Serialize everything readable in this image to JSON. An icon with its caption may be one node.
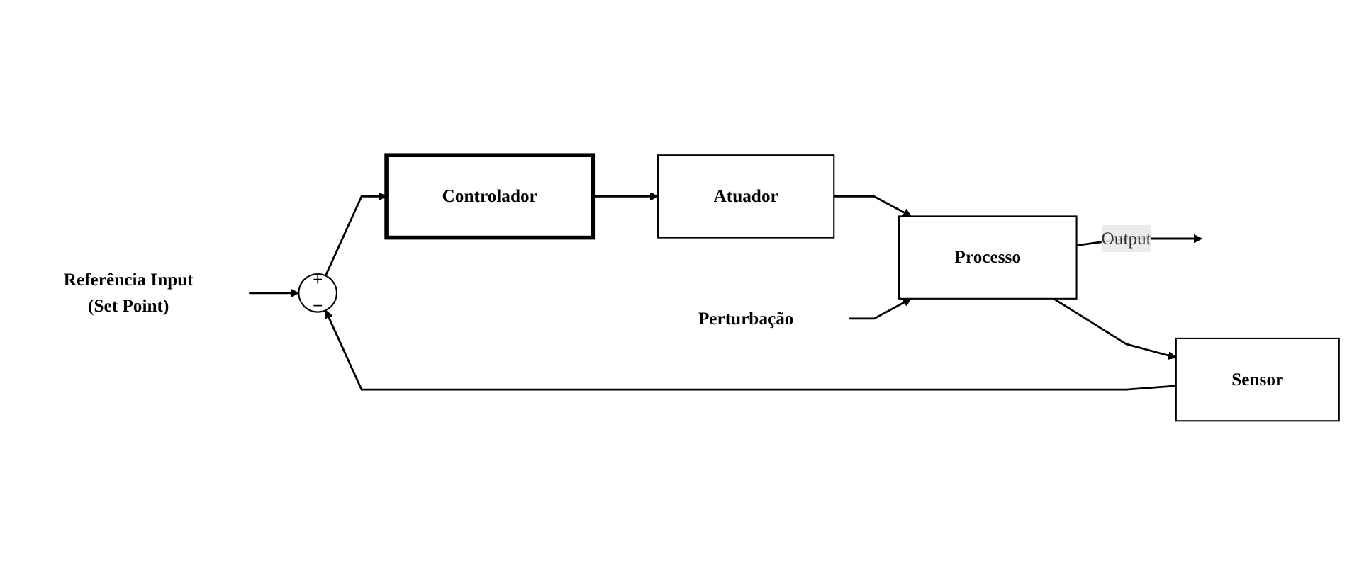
{
  "diagram": {
    "nodes": [
      {
        "text": [
          "Referência Input",
          "(Set Point)"
        ]
      },
      {
        "text": [
          "+",
          "−"
        ]
      },
      {
        "text": [
          "Controlador"
        ]
      },
      {
        "text": [
          "Atuador"
        ]
      },
      {
        "text": [
          "Processo"
        ]
      },
      {
        "text": [
          "Perturbação"
        ]
      },
      {
        "text": [
          "Sensor"
        ]
      }
    ],
    "edges": [
      {
        "from": 0,
        "to": 1,
        "arrow": "to"
      },
      {
        "from": 1,
        "to": 2,
        "arrow": "to"
      },
      {
        "from": 2,
        "to": 3,
        "arrow": "to"
      },
      {
        "from": 3,
        "to": 4,
        "arrow": "to"
      },
      {
        "from": 5,
        "to": 4,
        "arrow": "to"
      },
      {
        "from": 4,
        "to": null,
        "arrow": "to",
        "label": "Output"
      },
      {
        "from": 4,
        "to": 6,
        "arrow": "to"
      },
      {
        "from": 6,
        "to": 1,
        "arrow": "to"
      }
    ]
  }
}
